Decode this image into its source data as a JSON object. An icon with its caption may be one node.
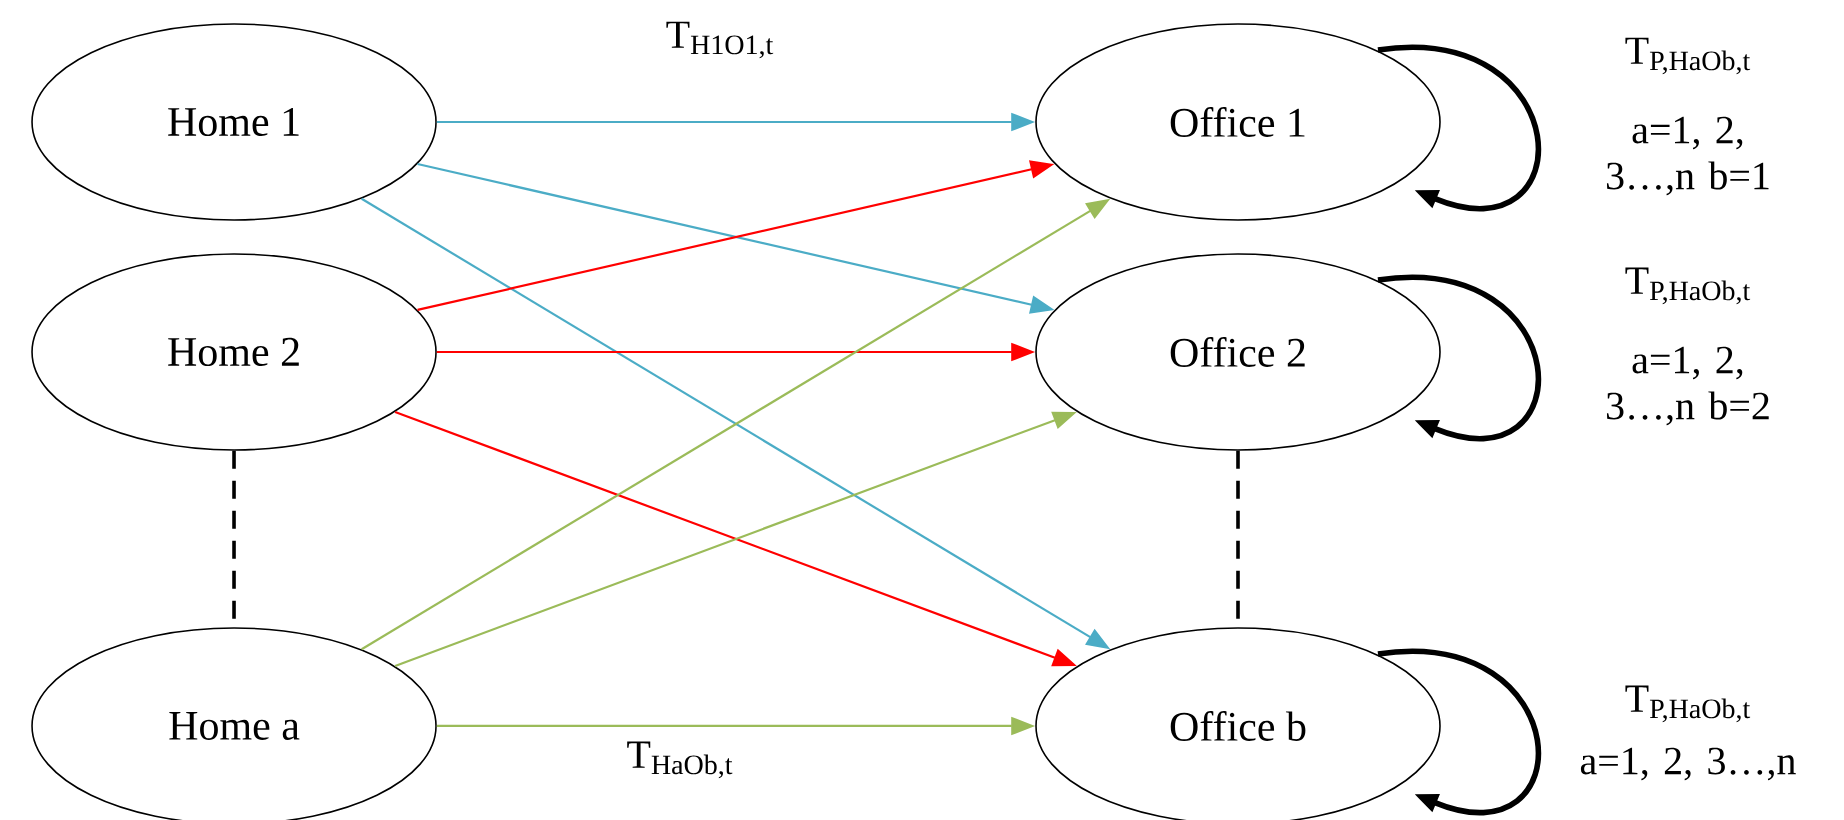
{
  "diagram": {
    "nodes": [
      {
        "text": [
          "Home 1"
        ]
      },
      {
        "text": [
          "Home 2"
        ]
      },
      {
        "text": [
          "Home a"
        ]
      },
      {
        "text": [
          "Office 1"
        ]
      },
      {
        "text": [
          "Office 2"
        ]
      },
      {
        "text": [
          "Office b"
        ]
      }
    ],
    "edges": [
      {
        "from": 0,
        "to": 3,
        "arrow": "to",
        "color": "#4bacc6",
        "label": "T$_{H1O1,t}$"
      },
      {
        "from": 0,
        "to": 4,
        "arrow": "to",
        "color": "#4bacc6"
      },
      {
        "from": 0,
        "to": 5,
        "arrow": "to",
        "color": "#4bacc6"
      },
      {
        "from": 1,
        "to": 3,
        "arrow": "to",
        "color": "#ff0000"
      },
      {
        "from": 1,
        "to": 4,
        "arrow": "to",
        "color": "#ff0000"
      },
      {
        "from": 1,
        "to": 5,
        "arrow": "to",
        "color": "#ff0000"
      },
      {
        "from": 2,
        "to": 3,
        "arrow": "to",
        "color": "#9bbb59"
      },
      {
        "from": 2,
        "to": 4,
        "arrow": "to",
        "color": "#9bbb59"
      },
      {
        "from": 2,
        "to": 5,
        "arrow": "to",
        "color": "#9bbb59",
        "label": "T$_{HaOb,t}$"
      },
      {
        "from": 1,
        "to": 2,
        "arrow": "none",
        "style": "dashed"
      },
      {
        "from": 4,
        "to": 5,
        "arrow": "none",
        "style": "dashed"
      },
      {
        "from": 3,
        "to": 3,
        "arrow": "to",
        "style": "thick",
        "label": "T$_{P,HaOb,t}$"
      },
      {
        "from": 4,
        "to": 4,
        "arrow": "to",
        "style": "thick",
        "label": "T$_{P,HaOb,t}$"
      },
      {
        "from": 5,
        "to": 5,
        "arrow": "to",
        "style": "thick",
        "label": "T$_{P,HaOb,t}$"
      }
    ],
    "labels": [
      "a=1, 2, 3…,n b=1",
      "a=1, 2, 3…,n b=2",
      "a=1, 2, 3…,n"
    ]
  }
}
